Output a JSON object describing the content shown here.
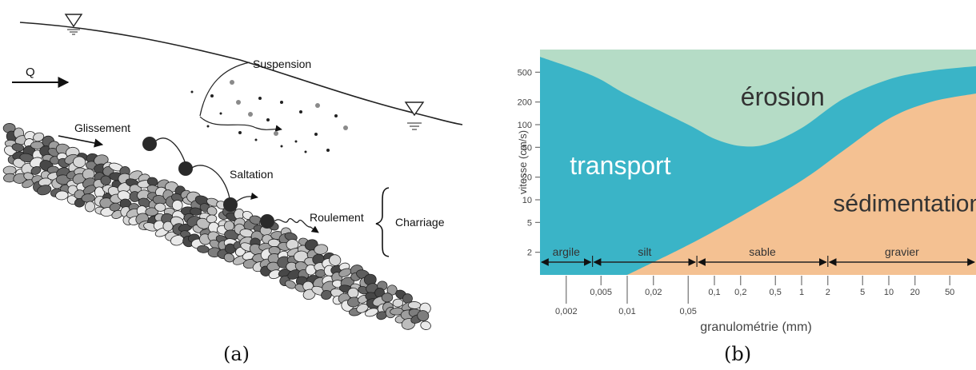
{
  "panel_a": {
    "caption": "(a)",
    "labels": {
      "flow": "Q",
      "suspension": "Suspension",
      "glissement": "Glissement",
      "saltation": "Saltation",
      "roulement": "Roulement",
      "charriage": "Charriage"
    }
  },
  "panel_b": {
    "caption": "(b)",
    "colors": {
      "erosion": "#b5dcc6",
      "transport": "#3ab4c7",
      "sedimentation": "#f4c192",
      "text": "#ffffff"
    }
  },
  "chart_data": {
    "type": "area",
    "regions": [
      {
        "name": "érosion"
      },
      {
        "name": "transport"
      },
      {
        "name": "sédimentation"
      }
    ],
    "xlabel": "granulométrie (mm)",
    "ylabel": "vitesse (cm/s)",
    "x_scale": "log",
    "y_scale": "log",
    "xlim": [
      0.001,
      100
    ],
    "ylim": [
      1,
      1000
    ],
    "x_ticks": [
      {
        "value": 0.002,
        "label": "0,002",
        "row": "low"
      },
      {
        "value": 0.005,
        "label": "0,005",
        "row": "high"
      },
      {
        "value": 0.01,
        "label": "0,01",
        "row": "low"
      },
      {
        "value": 0.02,
        "label": "0,02",
        "row": "high"
      },
      {
        "value": 0.05,
        "label": "0,05",
        "row": "low"
      },
      {
        "value": 0.1,
        "label": "0,1",
        "row": "high"
      },
      {
        "value": 0.2,
        "label": "0,2",
        "row": "high"
      },
      {
        "value": 0.5,
        "label": "0,5",
        "row": "high"
      },
      {
        "value": 1,
        "label": "1",
        "row": "high"
      },
      {
        "value": 2,
        "label": "2",
        "row": "high"
      },
      {
        "value": 5,
        "label": "5",
        "row": "high"
      },
      {
        "value": 10,
        "label": "10",
        "row": "high"
      },
      {
        "value": 20,
        "label": "20",
        "row": "high"
      },
      {
        "value": 50,
        "label": "50",
        "row": "high"
      }
    ],
    "y_ticks": [
      {
        "value": 2,
        "label": "2"
      },
      {
        "value": 5,
        "label": "5"
      },
      {
        "value": 10,
        "label": "10"
      },
      {
        "value": 20,
        "label": "20"
      },
      {
        "value": 50,
        "label": "50"
      },
      {
        "value": 100,
        "label": "100"
      },
      {
        "value": 200,
        "label": "200"
      },
      {
        "value": 500,
        "label": "500"
      }
    ],
    "size_classes": [
      {
        "label": "argile",
        "from": 0.001,
        "to": 0.004
      },
      {
        "label": "silt",
        "from": 0.004,
        "to": 0.063
      },
      {
        "label": "sable",
        "from": 0.063,
        "to": 2
      },
      {
        "label": "gravier",
        "from": 2,
        "to": 100
      }
    ],
    "erosion_curve": [
      {
        "x": 0.001,
        "y": 800
      },
      {
        "x": 0.004,
        "y": 450
      },
      {
        "x": 0.01,
        "y": 250
      },
      {
        "x": 0.05,
        "y": 100
      },
      {
        "x": 0.1,
        "y": 65
      },
      {
        "x": 0.2,
        "y": 52
      },
      {
        "x": 0.4,
        "y": 55
      },
      {
        "x": 1,
        "y": 90
      },
      {
        "x": 3,
        "y": 220
      },
      {
        "x": 10,
        "y": 400
      },
      {
        "x": 30,
        "y": 520
      },
      {
        "x": 100,
        "y": 600
      }
    ],
    "sedimentation_curve": [
      {
        "x": 0.01,
        "y": 1
      },
      {
        "x": 0.05,
        "y": 2.5
      },
      {
        "x": 0.2,
        "y": 6
      },
      {
        "x": 1,
        "y": 18
      },
      {
        "x": 3,
        "y": 45
      },
      {
        "x": 10,
        "y": 120
      },
      {
        "x": 30,
        "y": 200
      },
      {
        "x": 100,
        "y": 260
      }
    ]
  }
}
